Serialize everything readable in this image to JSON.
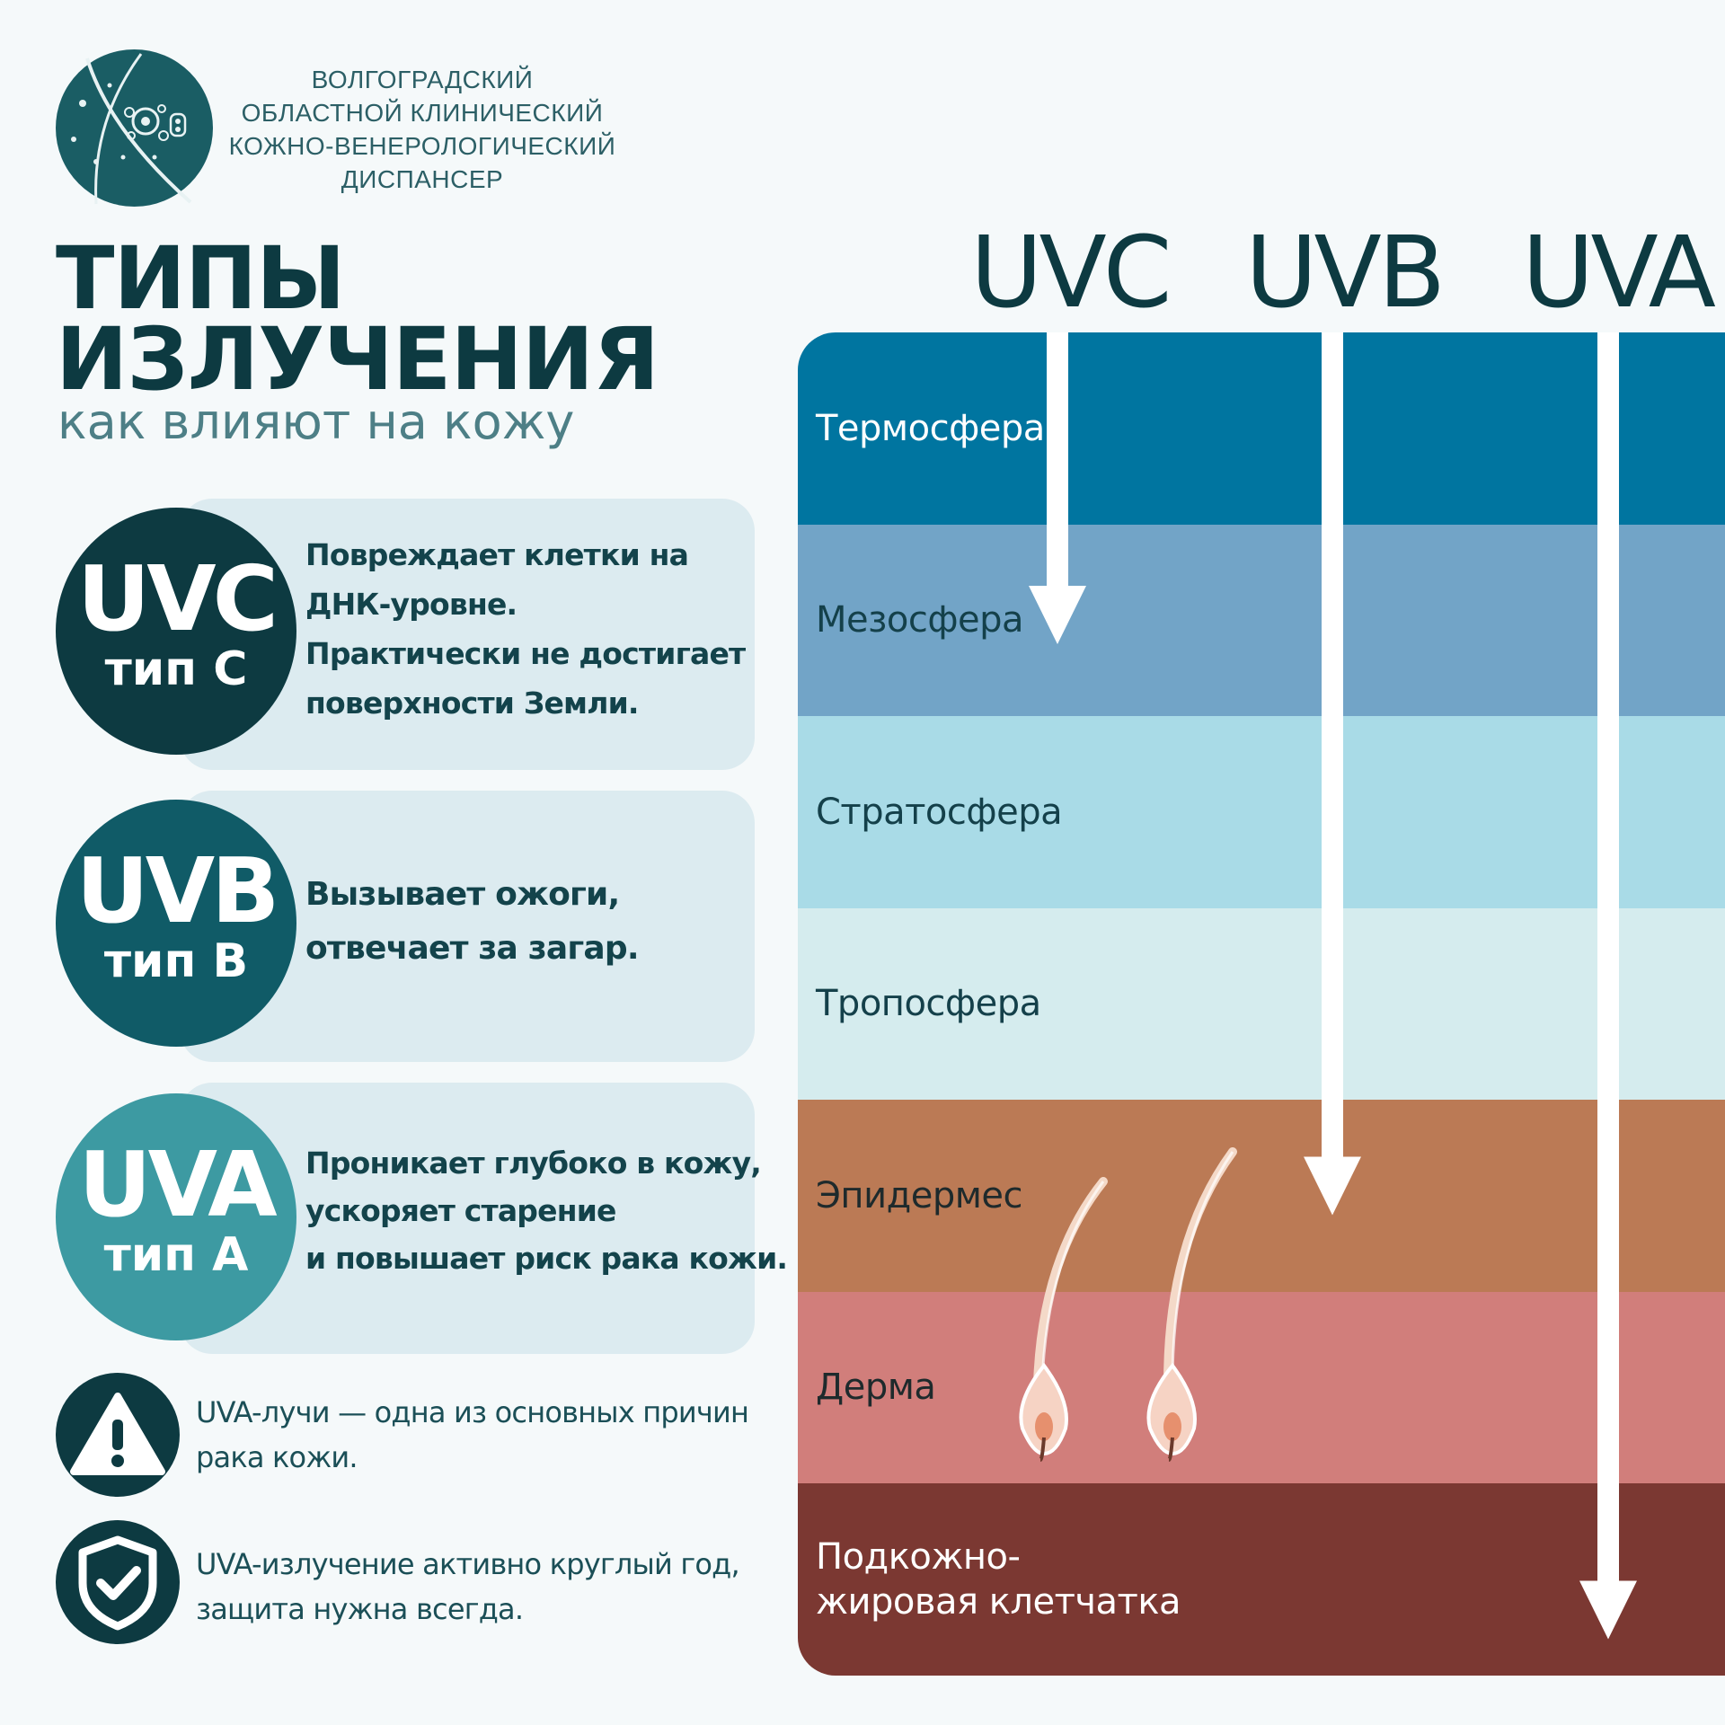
{
  "organization": {
    "lines": [
      "ВОЛГОГРАДСКИЙ",
      "ОБЛАСТНОЙ КЛИНИЧЕСКИЙ",
      "КОЖНО-ВЕНЕРОЛОГИЧЕСКИЙ",
      "ДИСПАНСЕР"
    ],
    "logo_icon": "virus-cell-icon"
  },
  "header": {
    "title_lines": [
      "ТИПЫ",
      "ИЗЛУЧЕНИЯ"
    ],
    "subtitle": "как влияют на кожу"
  },
  "cards": [
    {
      "code": "UVC",
      "type": "тип С",
      "lines": [
        "Повреждает клетки на",
        "ДНК-уровне.",
        "Практически не достигает",
        "поверхности Земли."
      ],
      "color": "#0d3a41"
    },
    {
      "code": "UVB",
      "type": "тип В",
      "lines": [
        "Вызывает ожоги,",
        "отвечает за загар."
      ],
      "color": "#105b67"
    },
    {
      "code": "UVA",
      "type": "тип А",
      "lines": [
        "Проникает глубоко в кожу,",
        "ускоряет старение",
        "и повышает риск рака кожи."
      ],
      "color": "#3d9aa2"
    }
  ],
  "notes": [
    {
      "icon": "warning-icon",
      "lines": [
        "UVA-лучи — одна из основных причин",
        "рака кожи."
      ]
    },
    {
      "icon": "shield-check-icon",
      "lines": [
        "UVA-излучение активно круглый год,",
        "защита нужна всегда."
      ]
    }
  ],
  "rays": [
    {
      "label": "UVC",
      "stops_after_layer": 2
    },
    {
      "label": "UVB",
      "stops_after_layer": 5
    },
    {
      "label": "UVA",
      "stops_after_layer": 7
    }
  ],
  "layers": [
    {
      "name": [
        "Термосфера"
      ],
      "color": "#0075a0",
      "text_color": "#ffffff"
    },
    {
      "name": [
        "Мезосфера"
      ],
      "color": "#72a4c7",
      "text_color": "#14404a"
    },
    {
      "name": [
        "Стратосфера"
      ],
      "color": "#a9dbe7",
      "text_color": "#14404a"
    },
    {
      "name": [
        "Тропосфера"
      ],
      "color": "#d5ecee",
      "text_color": "#14404a"
    },
    {
      "name": [
        "Эпидермес"
      ],
      "color": "#bb7a55",
      "text_color": "#1e2a2c"
    },
    {
      "name": [
        "Дерма"
      ],
      "color": "#d17e7b",
      "text_color": "#1e2a2c"
    },
    {
      "name": [
        "Подкожно-",
        "жировая клетчатка"
      ],
      "color": "#7b3832",
      "text_color": "#ffffff"
    }
  ]
}
